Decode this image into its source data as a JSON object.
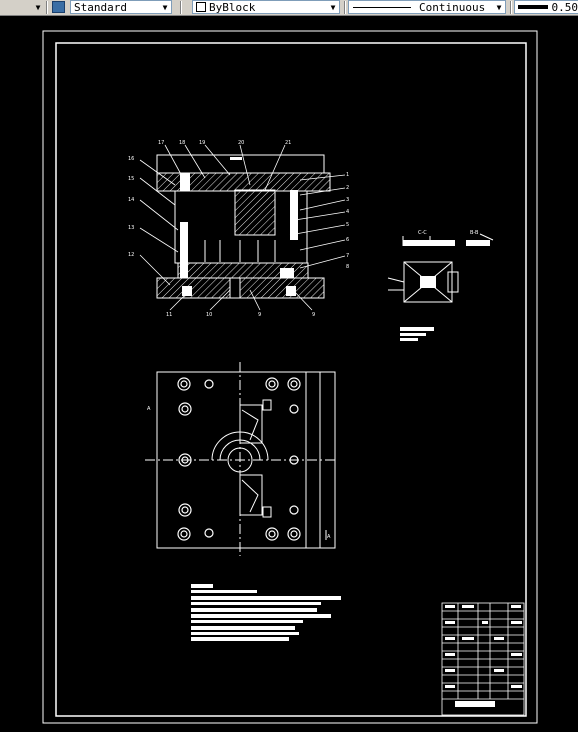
{
  "toolbar": {
    "text_style": "Standard",
    "layer_color": "ByBlock",
    "linetype": "Continuous",
    "lineweight": "0.50"
  },
  "drawing": {
    "callouts_top": [
      "17",
      "18",
      "19",
      "20",
      "21"
    ],
    "callouts_left": [
      "16",
      "15",
      "14",
      "13",
      "12"
    ],
    "callouts_right": [
      "1",
      "2",
      "3",
      "4",
      "5",
      "6",
      "7",
      "8"
    ],
    "callouts_bottom": [
      "11",
      "10",
      "9",
      "9"
    ],
    "section_labels": [
      "C-C",
      "B-B"
    ],
    "view_labels": [
      "A",
      "A"
    ]
  },
  "colors": {
    "toolbar_bg": "#d4d0c8",
    "canvas_bg": "#000000",
    "line": "#ffffff"
  }
}
